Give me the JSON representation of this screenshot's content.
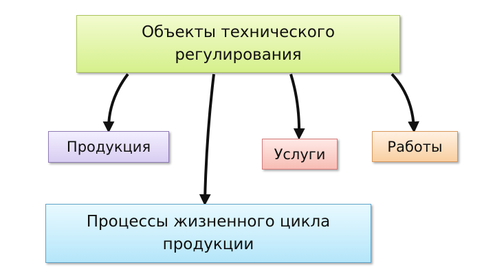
{
  "diagram": {
    "root": {
      "label": "Объекты технического регулирования"
    },
    "nodes": [
      {
        "id": "products",
        "label": "Продукция"
      },
      {
        "id": "services",
        "label": "Услуги"
      },
      {
        "id": "works",
        "label": "Работы"
      },
      {
        "id": "lifecycle",
        "label": "Процессы жизненного цикла продукции"
      }
    ],
    "edges": [
      {
        "from": "root",
        "to": "products"
      },
      {
        "from": "root",
        "to": "lifecycle"
      },
      {
        "from": "root",
        "to": "services"
      },
      {
        "from": "root",
        "to": "works"
      }
    ]
  }
}
